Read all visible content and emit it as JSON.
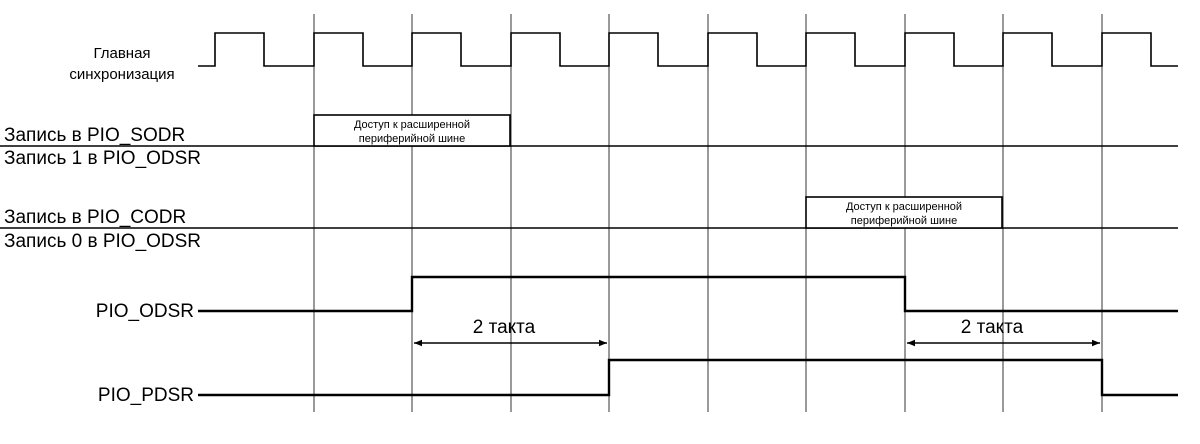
{
  "signals": {
    "clock_line1": "Главная",
    "clock_line2": "синхронизация",
    "sodr_write": "Запись в PIO_SODR",
    "odsr_write1": "Запись 1 в PIO_ODSR",
    "codr_write": "Запись в PIO_CODR",
    "odsr_write0": "Запись 0 в PIO_ODSR",
    "odsr": "PIO_ODSR",
    "pdsr": "PIO_PDSR"
  },
  "bus_access": {
    "line1": "Доступ к расширенной",
    "line2": "периферийной шине"
  },
  "durations": {
    "first": "2 такта",
    "second": "2 такта"
  }
}
